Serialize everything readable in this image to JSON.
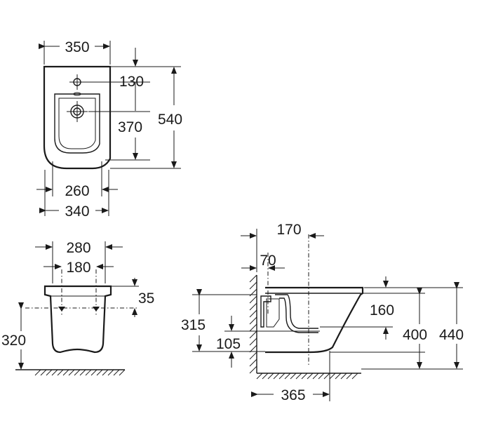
{
  "drawing": {
    "top_view": {
      "width_top": "350",
      "tap_offset": "130",
      "bowl_length": "370",
      "overall_length": "540",
      "fixing_centres": "260",
      "width_rear": "340"
    },
    "front_view": {
      "width_outer": "280",
      "fixing_centres": "180",
      "fixing_height_offset": "35",
      "fixing_height": "320"
    },
    "side_view": {
      "waste_from_wall": "170",
      "bolt_from_wall": "70",
      "waste_height": "315",
      "waste_lower": "105",
      "rim_to_waste": "160",
      "bottom_height": "400",
      "rim_height": "440",
      "projection": "365"
    }
  }
}
